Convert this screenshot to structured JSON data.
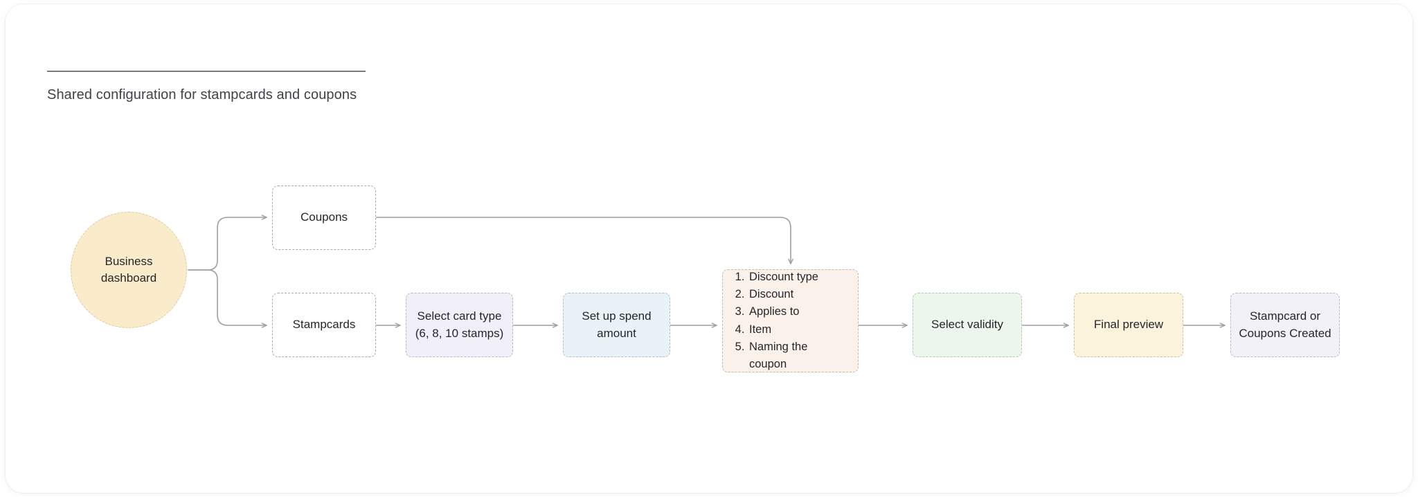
{
  "header": {
    "subtitle": "Shared configuration for stampcards and coupons"
  },
  "diagram": {
    "type": "flowchart",
    "nodes": {
      "dashboard": {
        "label_line1": "Business",
        "label_line2": "dashboard",
        "shape": "circle",
        "fill": "#faecca",
        "border": "#d8c79a"
      },
      "coupons": {
        "label": "Coupons",
        "shape": "rect",
        "fill": "#ffffff",
        "border": "#a9aaae"
      },
      "stampcards": {
        "label": "Stampcards",
        "shape": "rect",
        "fill": "#ffffff",
        "border": "#a9aaae"
      },
      "card_type": {
        "label_line1": "Select card type",
        "label_line2": "(6, 8, 10 stamps)",
        "shape": "rect",
        "fill": "#f1f0f9",
        "border": "#b9b6c9"
      },
      "spend_amount": {
        "label_line1": "Set up spend",
        "label_line2": "amount",
        "shape": "rect",
        "fill": "#e9f2f7",
        "border": "#aebfc9"
      },
      "coupon_steps": {
        "items": [
          "Discount type",
          "Discount",
          "Applies to",
          "Item",
          "Naming the coupon"
        ],
        "shape": "rect",
        "fill": "#fbf1eb",
        "border": "#cdb5a8"
      },
      "validity": {
        "label": "Select validity",
        "shape": "rect",
        "fill": "#ecf6ed",
        "border": "#b2c9b5"
      },
      "final_preview": {
        "label": "Final preview",
        "shape": "rect",
        "fill": "#fcf3dd",
        "border": "#cfc096"
      },
      "created": {
        "label_line1": "Stampcard  or",
        "label_line2": "Coupons Created",
        "shape": "rect",
        "fill": "#f2f1f8",
        "border": "#b9b6c9"
      }
    },
    "edges": [
      {
        "from": "dashboard",
        "to": "coupons"
      },
      {
        "from": "dashboard",
        "to": "stampcards"
      },
      {
        "from": "coupons",
        "to": "coupon_steps"
      },
      {
        "from": "stampcards",
        "to": "card_type"
      },
      {
        "from": "card_type",
        "to": "spend_amount"
      },
      {
        "from": "spend_amount",
        "to": "coupon_steps"
      },
      {
        "from": "coupon_steps",
        "to": "validity"
      },
      {
        "from": "validity",
        "to": "final_preview"
      },
      {
        "from": "final_preview",
        "to": "created"
      }
    ],
    "connector_color": "#9aa0a6"
  }
}
